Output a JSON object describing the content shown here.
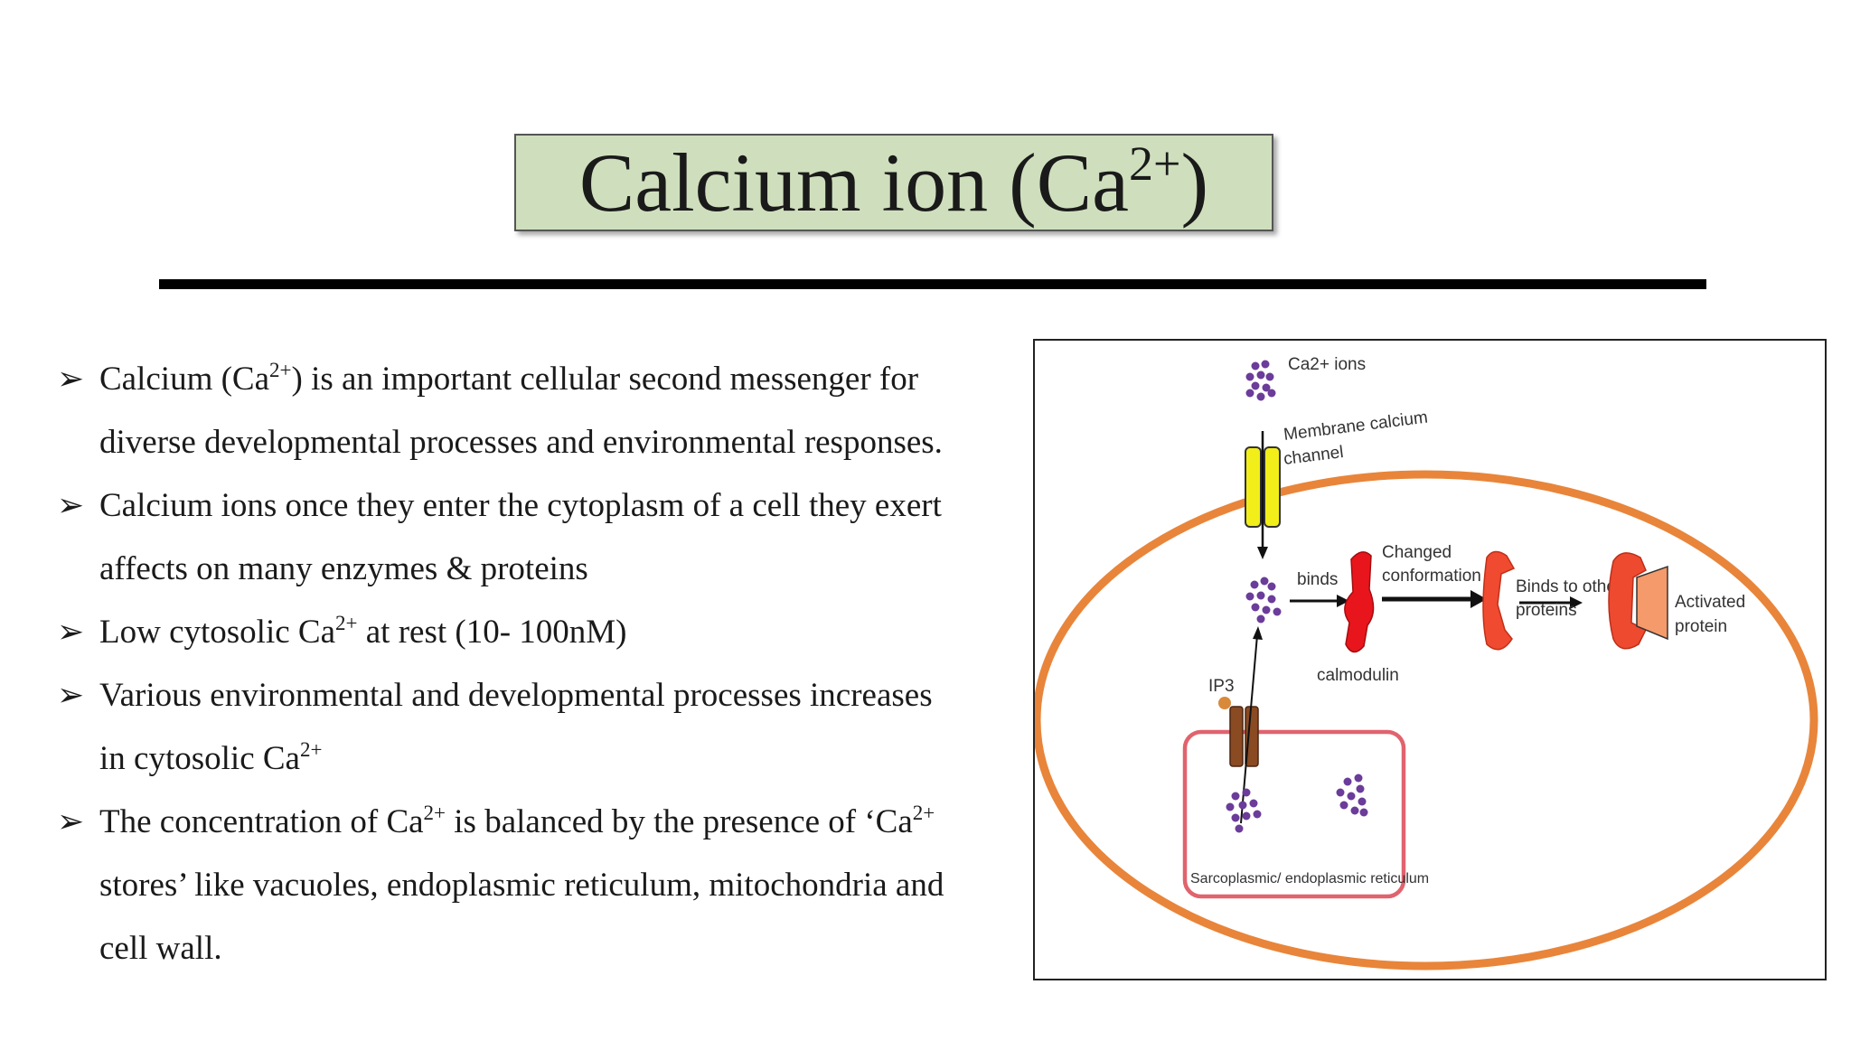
{
  "title": {
    "prefix": "Calcium ion (Ca",
    "sup": "2+",
    "suffix": ")"
  },
  "bullets": [
    {
      "lines": [
        [
          {
            "t": "Calcium (Ca"
          },
          {
            "s": "2+"
          },
          {
            "t": ") is an important cellular second messenger for"
          }
        ],
        [
          {
            "t": "diverse developmental processes and environmental responses."
          }
        ]
      ]
    },
    {
      "lines": [
        [
          {
            "t": "Calcium ions once they enter the cytoplasm of a cell they exert"
          }
        ],
        [
          {
            "t": "affects on many enzymes & proteins"
          }
        ]
      ]
    },
    {
      "lines": [
        [
          {
            "t": "Low cytosolic Ca"
          },
          {
            "s": "2+"
          },
          {
            "t": " at rest (10- 100nM)"
          }
        ]
      ]
    },
    {
      "lines": [
        [
          {
            "t": "Various environmental and developmental processes increases"
          }
        ],
        [
          {
            "t": "in cytosolic Ca"
          },
          {
            "s": "2+"
          }
        ]
      ]
    },
    {
      "lines": [
        [
          {
            "t": "The concentration of Ca"
          },
          {
            "s": "2+"
          },
          {
            "t": " is balanced by the presence of ‘Ca"
          },
          {
            "s": "2+"
          }
        ],
        [
          {
            "t": "stores’ like vacuoles, endoplasmic reticulum, mitochondria and"
          }
        ],
        [
          {
            "t": "cell wall."
          }
        ]
      ]
    }
  ],
  "diagram": {
    "labels": {
      "ca_ions": "Ca2+ ions",
      "channel_line1": "Membrane calcium",
      "channel_line2": "channel",
      "binds": "binds",
      "changed_line1": "Changed",
      "changed_line2": "conformation",
      "calmodulin": "calmodulin",
      "binds_other_line1": "Binds to other",
      "binds_other_line2": "proteins",
      "activated_line1": "Activated",
      "activated_line2": "protein",
      "ip3": "IP3",
      "reticulum": "Sarcoplasmic/ endoplasmic reticulum"
    },
    "colors": {
      "cell_membrane": "#e8853a",
      "channel": "#f2ee1a",
      "ion": "#6b3c9a",
      "calmodulin": "#e8161c",
      "reticulum": "#e0636e",
      "ip3_receptor": "#8a4a22",
      "activated_protein": "#f59a6a"
    }
  }
}
